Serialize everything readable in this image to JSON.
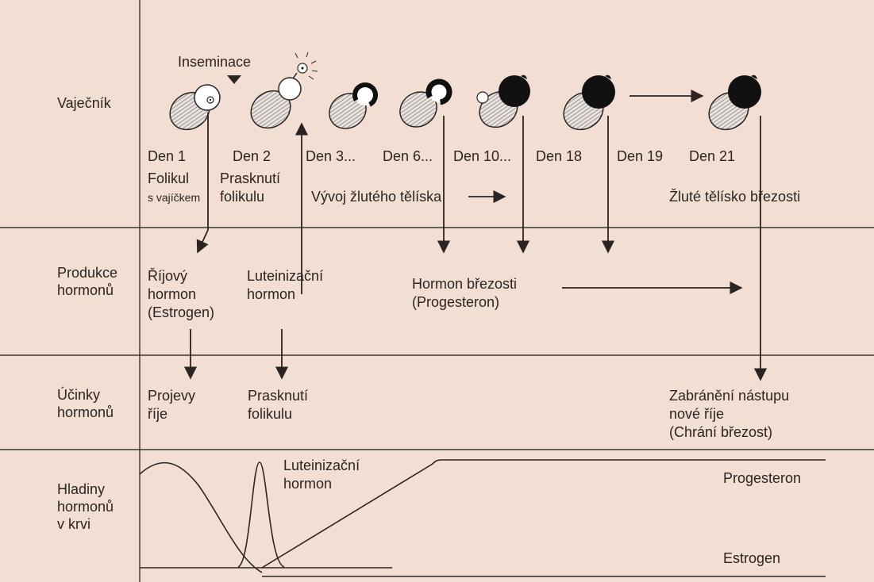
{
  "rows": {
    "ovary": "Vaječník",
    "production": [
      "Produkce",
      "hormonů"
    ],
    "effects": [
      "Účinky",
      "hormonů"
    ],
    "levels": [
      "Hladiny",
      "hormonů",
      "v krvi"
    ]
  },
  "insemination": "Inseminace",
  "days": [
    "Den 1",
    "Den 2",
    "Den 3...",
    "Den 6...",
    "Den 10...",
    "Den 18",
    "Den 19",
    "Den 21"
  ],
  "ovary_notes": {
    "follicle": [
      "Folikul",
      "s vajíčkem"
    ],
    "rupture": [
      "Prasknutí",
      "folikulu"
    ],
    "corpus_dev": "Vývoj žlutého tělíska",
    "corpus_preg": "Žluté tělísko březosti"
  },
  "hormones": {
    "estrus": [
      "Říjový",
      "hormon",
      "(Estrogen)"
    ],
    "lh": [
      "Luteinizační",
      "hormon"
    ],
    "pregnancy": [
      "Hormon březosti",
      "(Progesteron)"
    ]
  },
  "effects": {
    "heat": [
      "Projevy",
      "říje"
    ],
    "rupture": [
      "Prasknutí",
      "folikulu"
    ],
    "prevent": [
      "Zabránění nástupu",
      "nové říje",
      "(Chrání březost)"
    ]
  },
  "curves": {
    "lh": [
      "Luteinizační",
      "hormon"
    ],
    "progesterone": "Progesteron",
    "estrogen": "Estrogen"
  },
  "colors": {
    "background": "#f2ded3",
    "ink": "#2a2422"
  }
}
